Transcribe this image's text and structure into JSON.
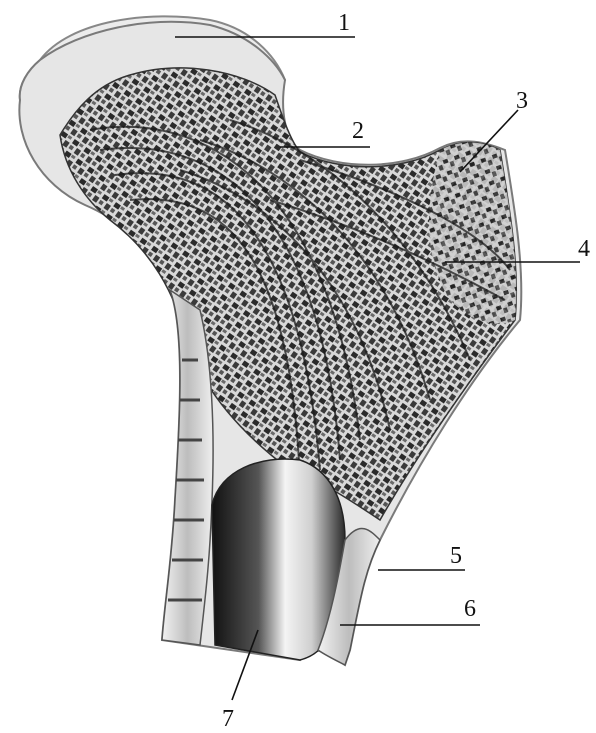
{
  "figure": {
    "subject": "proximal-femur-cross-section",
    "colors": {
      "background": "#ffffff",
      "ink": "#111111",
      "bone_light": "#e9e9e9",
      "bone_mid": "#9a9a9a",
      "bone_dark": "#2a2a2a"
    }
  },
  "callouts": [
    {
      "id": "1",
      "label": "1"
    },
    {
      "id": "2",
      "label": "2"
    },
    {
      "id": "3",
      "label": "3"
    },
    {
      "id": "4",
      "label": "4"
    },
    {
      "id": "5",
      "label": "5"
    },
    {
      "id": "6",
      "label": "6"
    },
    {
      "id": "7",
      "label": "7"
    }
  ]
}
